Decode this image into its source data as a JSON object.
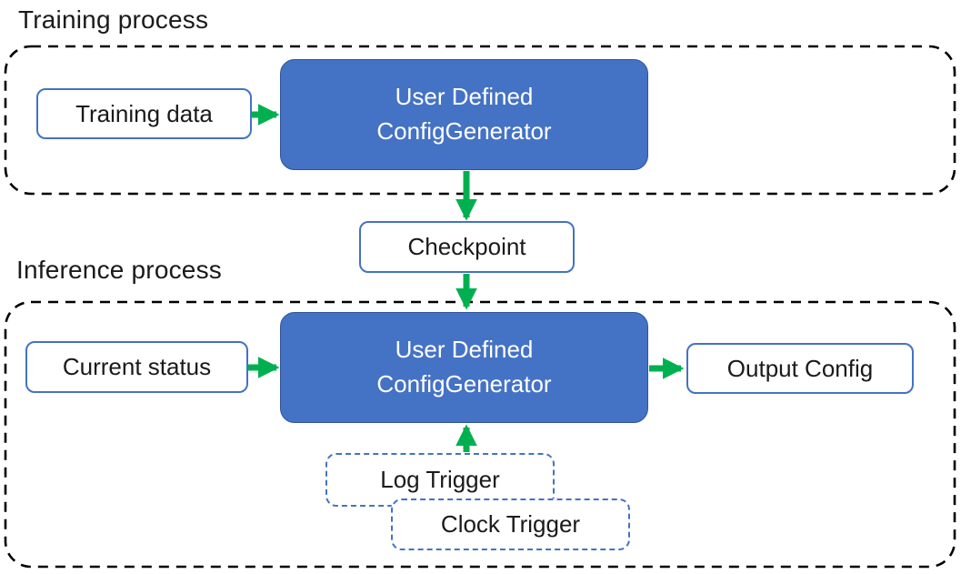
{
  "colors": {
    "accent_blue": "#4472C4",
    "accent_blue_dark": "#2F5597",
    "arrow_green": "#00B050",
    "text_black": "#1A1A1A",
    "dash_black": "#000000",
    "box_white": "#FFFFFF"
  },
  "training": {
    "section_label": "Training process",
    "input_box_label": "Training data",
    "generator_box": {
      "line1": "User Defined",
      "line2": "ConfigGenerator"
    }
  },
  "checkpoint": {
    "label": "Checkpoint"
  },
  "inference": {
    "section_label": "Inference process",
    "input_box_label": "Current status",
    "generator_box": {
      "line1": "User Defined",
      "line2": "ConfigGenerator"
    },
    "output_box_label": "Output Config",
    "triggers": {
      "log": "Log Trigger",
      "clock": "Clock Trigger"
    }
  }
}
